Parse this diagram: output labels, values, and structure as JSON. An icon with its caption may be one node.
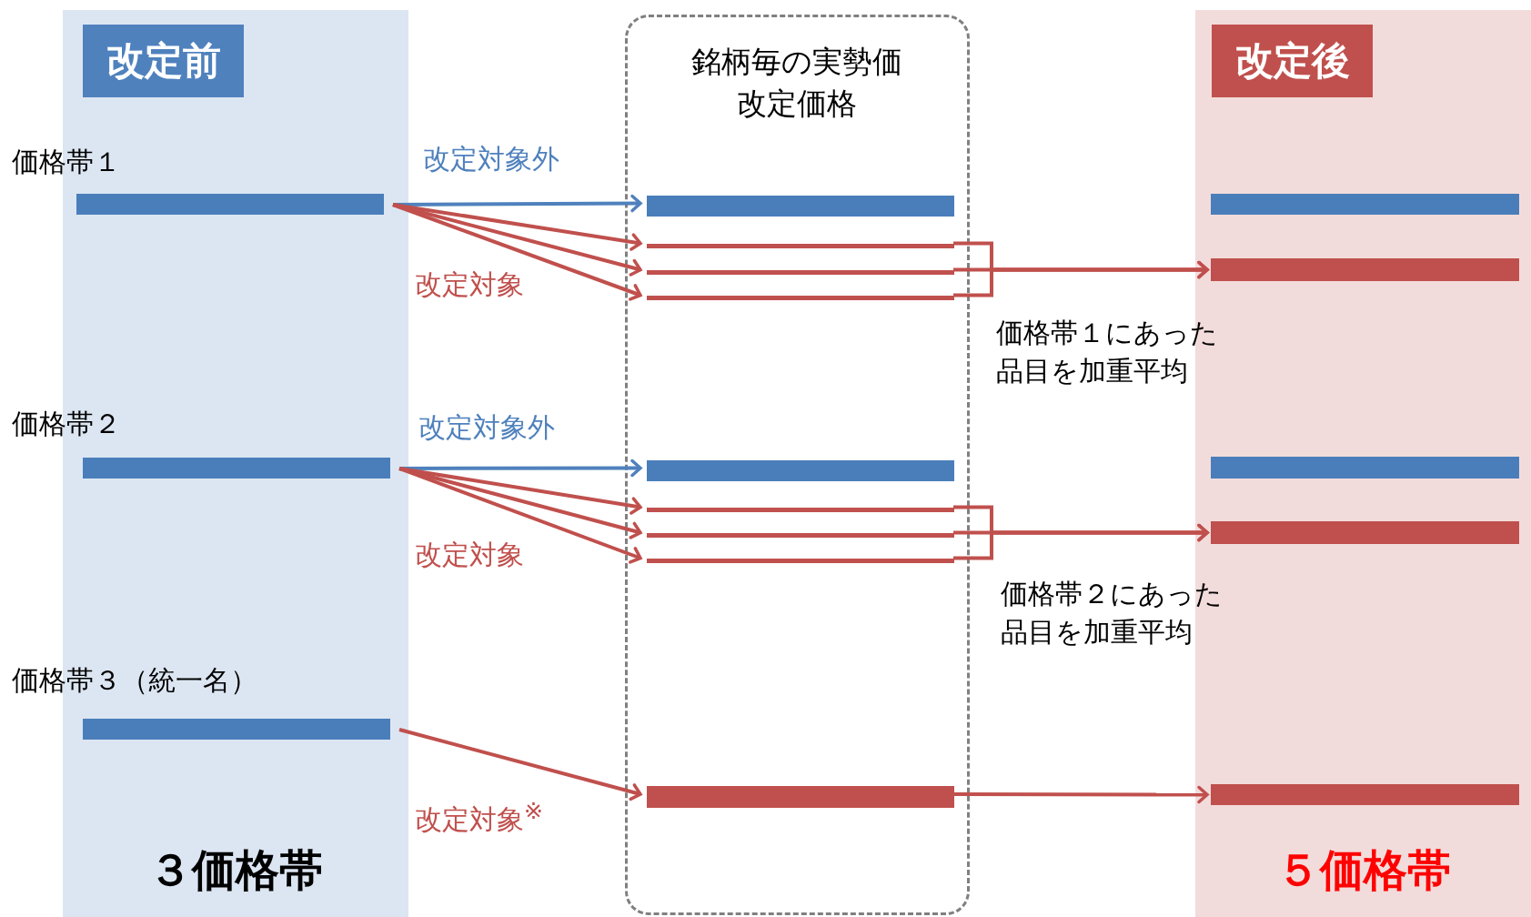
{
  "diagram": {
    "nodes": [
      {
        "text": [
          "３価格帯"
        ]
      },
      {
        "text": [
          "改定前"
        ],
        "in": 0
      },
      {
        "text": [
          "価格帯１"
        ],
        "in": 0
      },
      {
        "text": [
          "価格帯２"
        ],
        "in": 0
      },
      {
        "text": [
          "価格帯３（統一名）"
        ],
        "in": 0
      },
      {
        "text": [
          "銘柄毎の実勢価改定価格"
        ]
      },
      {
        "text": [],
        "shape": "bar",
        "in": 5
      },
      {
        "text": [],
        "shape": "bar",
        "in": 5
      },
      {
        "text": [],
        "shape": "bar",
        "in": 5
      },
      {
        "text": [],
        "shape": "bar",
        "in": 5
      },
      {
        "text": [],
        "shape": "bar",
        "in": 5
      },
      {
        "text": [],
        "shape": "bar",
        "in": 5
      },
      {
        "text": [],
        "shape": "bar",
        "in": 5
      },
      {
        "text": [],
        "shape": "bar",
        "in": 5
      },
      {
        "text": [],
        "shape": "bar",
        "in": 5
      },
      {
        "text": [
          "５価格帯"
        ]
      },
      {
        "text": [
          "改定後"
        ],
        "in": 15
      },
      {
        "text": [],
        "shape": "bar",
        "in": 15
      },
      {
        "text": [],
        "shape": "bar",
        "in": 15
      },
      {
        "text": [],
        "shape": "bar",
        "in": 15
      },
      {
        "text": [],
        "shape": "bar",
        "in": 15
      },
      {
        "text": [],
        "shape": "bar",
        "in": 15
      }
    ],
    "edges": [
      {
        "from": 2,
        "to": 6,
        "arrow": "to",
        "label": "改定対象外",
        "color": "#4f81bd"
      },
      {
        "from": 2,
        "to": 7,
        "arrow": "to"
      },
      {
        "from": 2,
        "to": 8,
        "arrow": "to"
      },
      {
        "from": 2,
        "to": 9,
        "arrow": "to",
        "label": "改定対象"
      },
      {
        "from": 3,
        "to": 10,
        "arrow": "to",
        "label": "改定対象外",
        "color": "#4f81bd"
      },
      {
        "from": 3,
        "to": 11,
        "arrow": "to"
      },
      {
        "from": 3,
        "to": 12,
        "arrow": "to"
      },
      {
        "from": 3,
        "to": 13,
        "arrow": "to",
        "label": "改定対象"
      },
      {
        "from": 4,
        "to": 14,
        "arrow": "to",
        "label": "改定対象$^{※}$"
      },
      {
        "from": 7,
        "to": 18,
        "arrow": "to"
      },
      {
        "from": 8,
        "to": 18,
        "arrow": "to"
      },
      {
        "from": 9,
        "to": 18,
        "arrow": "to"
      },
      {
        "from": 11,
        "to": 20,
        "arrow": "to"
      },
      {
        "from": 12,
        "to": 20,
        "arrow": "to"
      },
      {
        "from": 13,
        "to": 20,
        "arrow": "to"
      },
      {
        "from": 14,
        "to": 21,
        "arrow": "to"
      }
    ],
    "labels": [
      "価格帯１にあった品目を加重平均",
      "価格帯２にあった品目を加重平均"
    ]
  }
}
